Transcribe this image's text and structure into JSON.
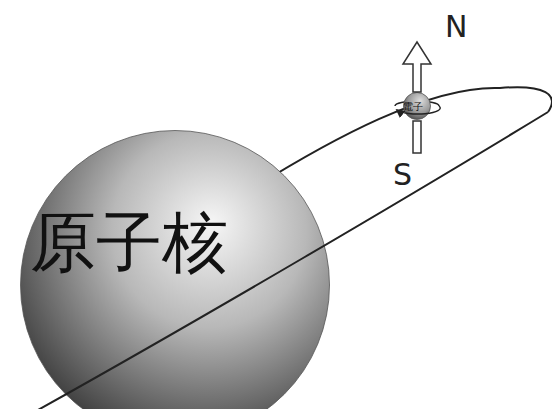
{
  "diagram": {
    "nodes": [
      {
        "text": [
          "原子核"
        ]
      },
      {
        "text": [
          "電子"
        ]
      }
    ],
    "labels": [
      "N",
      "S"
    ]
  }
}
